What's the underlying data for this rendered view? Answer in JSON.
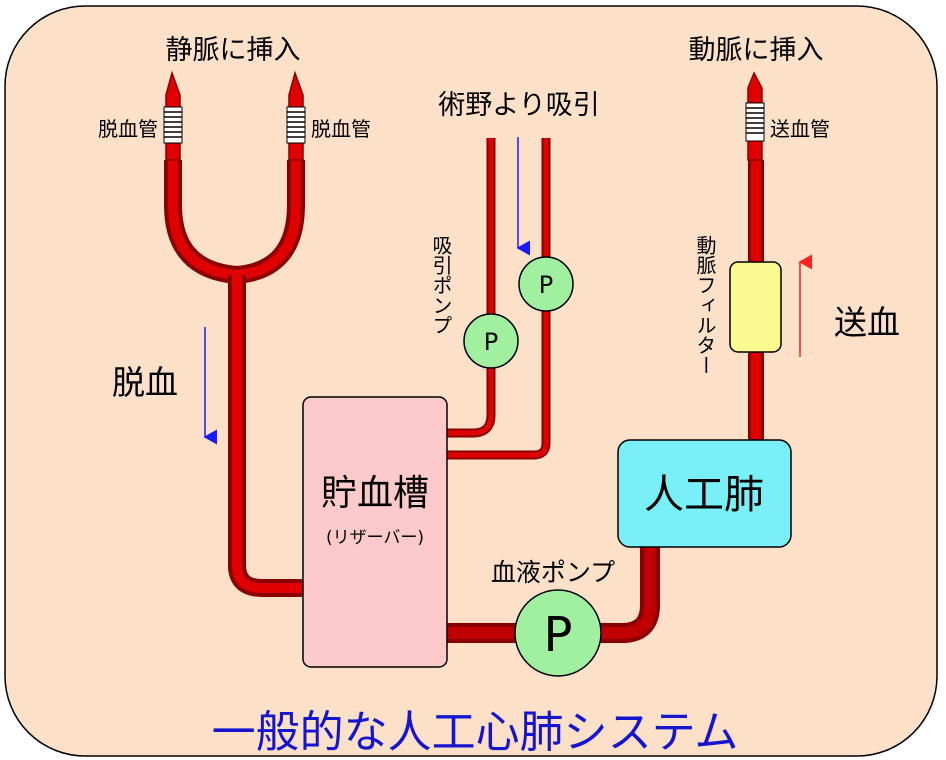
{
  "title": "一般的な人工心肺システム",
  "labels": {
    "vein_insert": "静脈に挿入",
    "artery_insert": "動脈に挿入",
    "drain_tube_left": "脱血管",
    "drain_tube_right": "脱血管",
    "suction_from_field": "術野より吸引",
    "supply_tube": "送血管",
    "suction_pump": "吸引ポンプ",
    "arterial_filter": "動脈フィルター",
    "drainage": "脱血",
    "supply": "送血",
    "reservoir": "貯血槽",
    "reservoir_sub": "(リザーバー)",
    "oxygenator": "人工肺",
    "blood_pump": "血液ポンプ",
    "pump_symbol": "P"
  },
  "colors": {
    "panel_bg": "#fce0c8",
    "tube_fill": "#e00000",
    "tube_dark": "#8a0000",
    "reservoir": "#fccaca",
    "oxygenator": "#79f0f8",
    "pump": "#a0f0a0",
    "filter": "#fafa90",
    "title": "#1515d0",
    "flow_arrow": "#1a1aff",
    "supply_arrow": "#ff2020"
  }
}
